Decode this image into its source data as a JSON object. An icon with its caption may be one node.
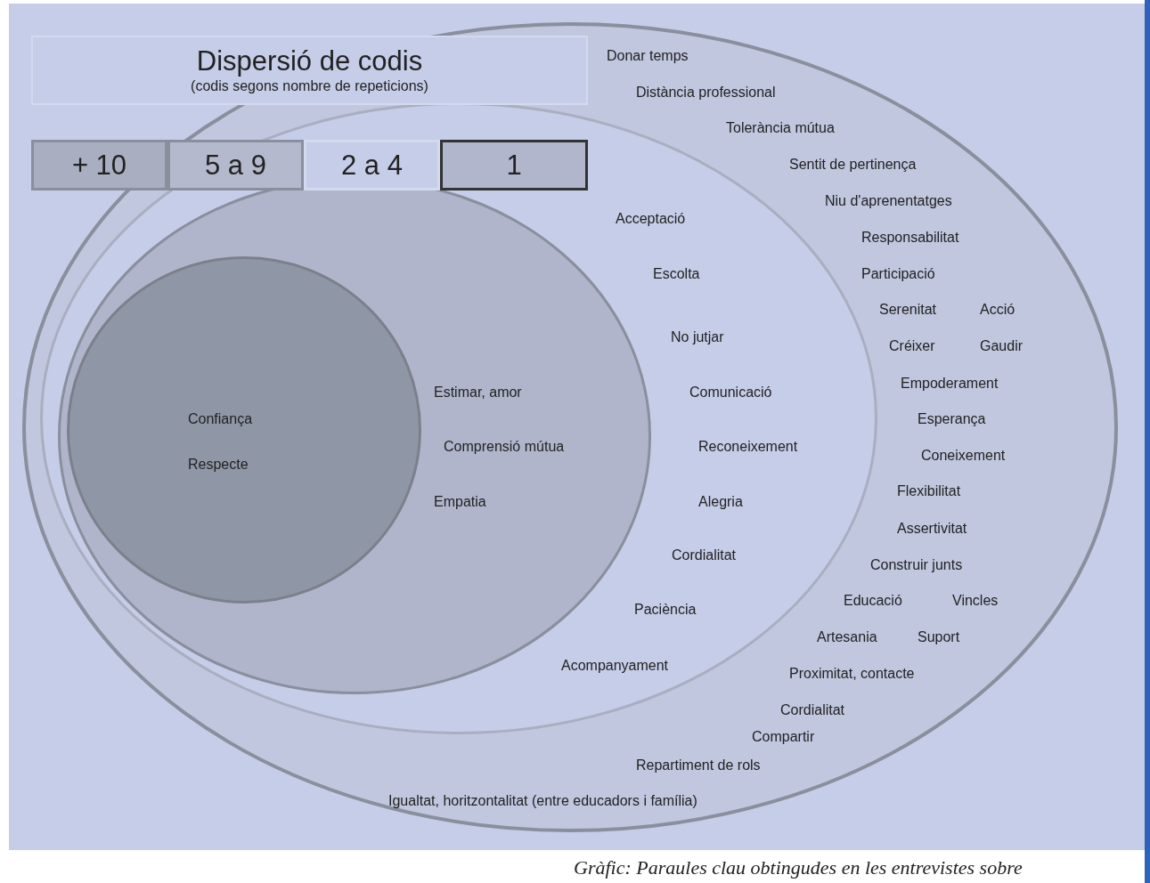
{
  "diagram": {
    "caption": "Gràfic: Paraules clau obtingudes en les entrevistes sobre",
    "nodes": [
      {
        "text": [
          "Dispersió de codis",
          "(codis segons nombre de repeticions)"
        ]
      },
      {
        "text": [
          "Donar temps",
          "Distància professional",
          "Tolerància mútua",
          "Sentit de pertinença",
          "Niu d'aprenentatges",
          "Responsabilitat",
          "Participació",
          "Serenitat",
          "Acció",
          "Créixer",
          "Gaudir",
          "Empoderament",
          "Esperança",
          "Coneixement",
          "Flexibilitat",
          "Assertivitat",
          "Construir junts",
          "Educació",
          "Vincles",
          "Artesania",
          "Suport",
          "Proximitat, contacte",
          "Cordialitat",
          "Compartir",
          "Repartiment de rols",
          "Igualtat, horitzontalitat (entre educadors i família)"
        ]
      },
      {
        "text": [
          "Acceptació",
          "Escolta",
          "No jutjar",
          "Comunicació",
          "Reconeixement",
          "Alegria",
          "Cordialitat",
          "Paciència",
          "Acompanyament"
        ],
        "in": 1
      },
      {
        "text": [
          "Estimar, amor",
          "Comprensió mútua",
          "Empatia"
        ],
        "in": 2
      },
      {
        "text": [
          "Confiança",
          "Respecte"
        ],
        "in": 3
      }
    ],
    "legend": [
      {
        "text": "+ 10",
        "color": "#a9aec0"
      },
      {
        "text": "5 a 9",
        "color": "#b4b9cd"
      },
      {
        "text": "2 a 4",
        "color": "#c6cde8"
      },
      {
        "text": "1",
        "color": "#b1b6cc"
      }
    ]
  }
}
